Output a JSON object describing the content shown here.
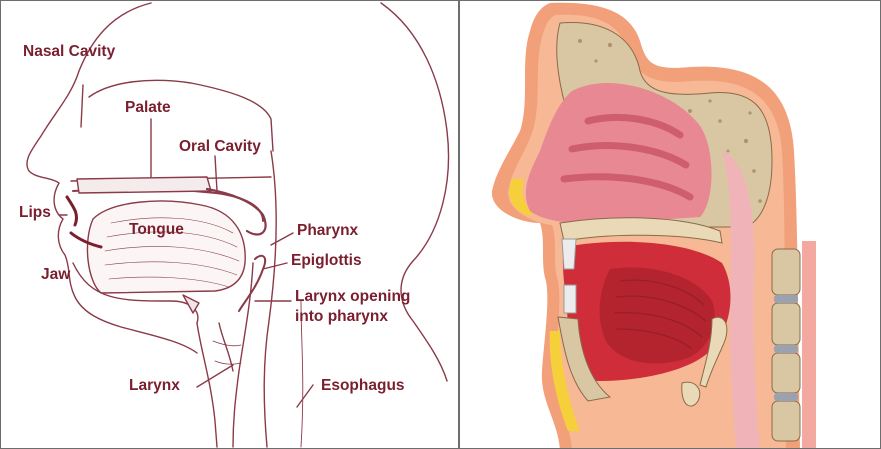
{
  "left_diagram": {
    "labels": {
      "nasal_cavity": "Nasal Cavity",
      "palate": "Palate",
      "oral_cavity": "Oral Cavity",
      "lips": "Lips",
      "tongue": "Tongue",
      "jaw": "Jaw",
      "pharynx": "Pharynx",
      "epiglottis": "Epiglottis",
      "larynx_opening_line1": "Larynx opening",
      "larynx_opening_line2": "into pharynx",
      "larynx": "Larynx",
      "esophagus": "Esophagus"
    }
  },
  "colors": {
    "label_text": "#7a1f2e",
    "sketch_line": "#8a3a48",
    "skin_outer": "#f2a07a",
    "skin_inner": "#f7b995",
    "bone": "#d9c7a3",
    "soft_tissue": "#e88892",
    "muscle": "#cf2d3a",
    "fat": "#f6d03a",
    "cartilage": "#e9d9b6"
  }
}
